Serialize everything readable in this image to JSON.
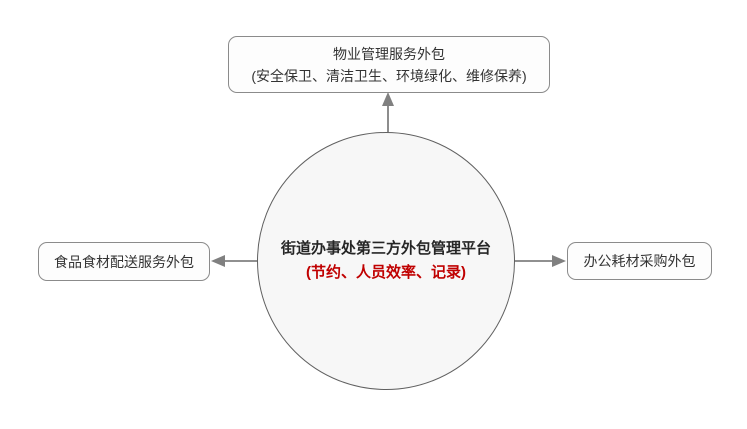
{
  "diagram": {
    "center_circle": {
      "title": "街道办事处第三方外包管理平台",
      "subtitle": "(节约、人员效率、记录)"
    },
    "top_box": {
      "line1": "物业管理服务外包",
      "line2": "(安全保卫、清洁卫生、环境绿化、维修保养)"
    },
    "left_box": {
      "label": "食品食材配送服务外包"
    },
    "right_box": {
      "label": "办公耗材采购外包"
    },
    "colors": {
      "box_border": "#8b8b8b",
      "circle_border": "#606060",
      "circle_fill": "#f7f7f7",
      "arrow": "#808080",
      "text": "#333333",
      "accent_red": "#c00000"
    }
  }
}
